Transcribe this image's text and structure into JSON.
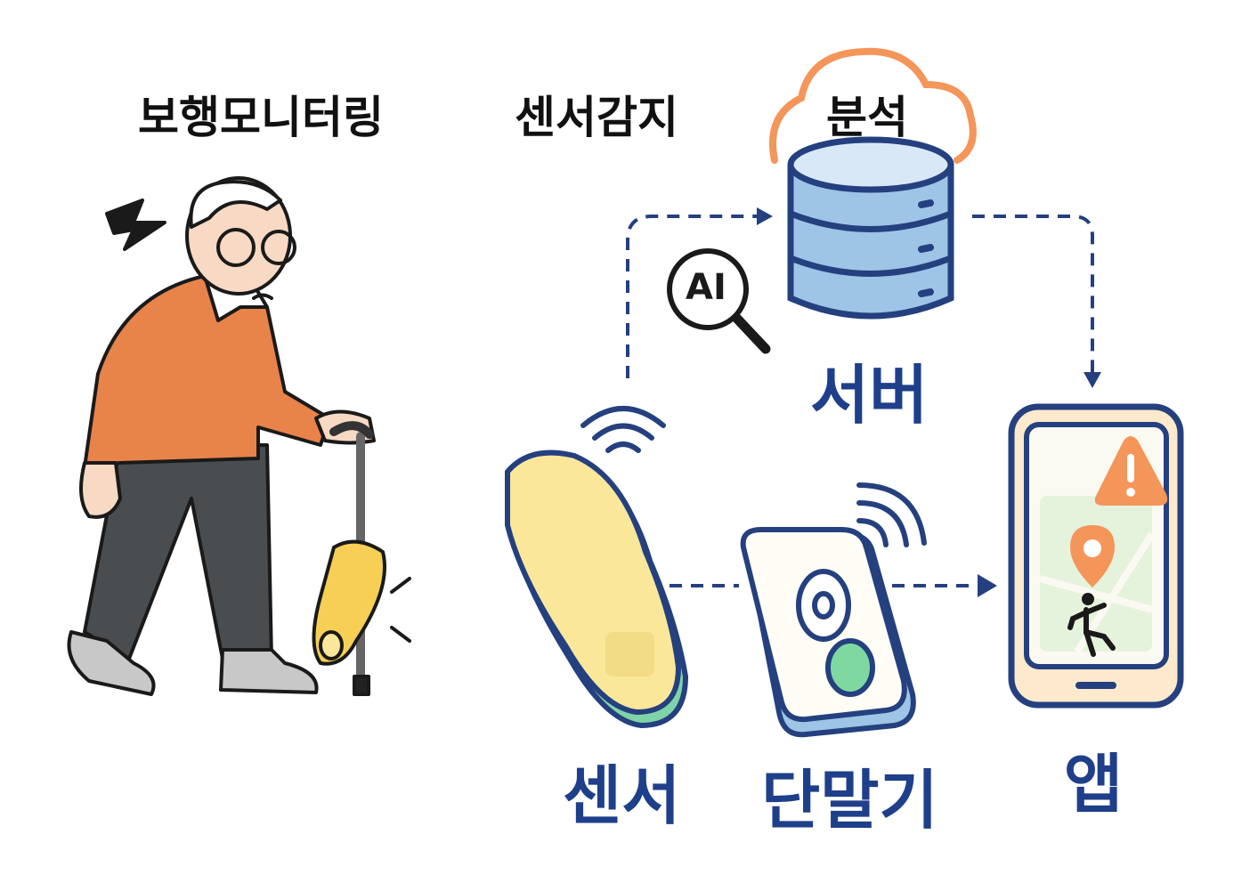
{
  "headings": {
    "gait_monitoring": "보행모니터링",
    "sensor_detection": "센서감지",
    "analysis": "분석"
  },
  "ai_badge": "AI",
  "components": {
    "server": "서버",
    "sensor": "센서",
    "terminal": "단말기",
    "app": "앱"
  },
  "colors": {
    "navy": "#24407f",
    "label_blue": "#1e3f8a",
    "orange": "#f4955a",
    "server_blue": "#9ec4e6",
    "insole_yellow": "#fbe79a"
  }
}
